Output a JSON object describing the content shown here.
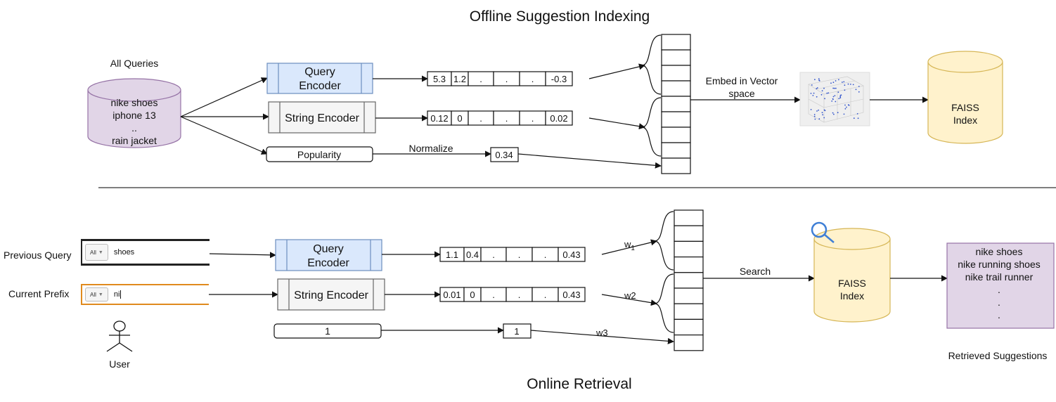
{
  "titles": {
    "offline": "Offline Suggestion Indexing",
    "online": "Online Retrieval"
  },
  "offline": {
    "db_label": "All Queries",
    "db_items": [
      "nike shoes",
      "iphone 13",
      "..",
      "rain jacket"
    ],
    "query_encoder": [
      "Query",
      "Encoder"
    ],
    "string_encoder": "String Encoder",
    "popularity": "Popularity",
    "normalize": "Normalize",
    "popularity_value": "0.34",
    "query_vector": [
      "5.3",
      "1.2",
      ".",
      ".",
      ".",
      "-0.3"
    ],
    "string_vector": [
      "0.12",
      "0",
      ".",
      ".",
      ".",
      "0.02"
    ],
    "embed_label": [
      "Embed in Vector",
      "space"
    ],
    "faiss": [
      "FAISS",
      "Index"
    ]
  },
  "online": {
    "prev_label": "Previous Query",
    "cur_label": "Current Prefix",
    "dropdown_label": "All",
    "prev_value": "shoes",
    "cur_value": "ni",
    "user_label": "User",
    "query_encoder": [
      "Query",
      "Encoder"
    ],
    "string_encoder": "String Encoder",
    "one_value": "1",
    "query_vector": [
      "1.1",
      "0.4",
      ".",
      ".",
      ".",
      "0.43"
    ],
    "string_vector": [
      "0.01",
      "0",
      ".",
      ".",
      ".",
      "0.43"
    ],
    "w1": "w",
    "w1_sub": "1",
    "w2": "w2",
    "w3": "w3",
    "search": "Search",
    "faiss": [
      "FAISS",
      "Index"
    ],
    "results": [
      "nike shoes",
      "nike running shoes",
      "nike trail runner",
      ".",
      ".",
      "."
    ],
    "results_label": "Retrieved Suggestions"
  },
  "colors": {
    "encoder_blue_fill": "#dae8fc",
    "encoder_blue_stroke": "#6c8ebf",
    "encoder_gray_fill": "#f5f5f5",
    "encoder_gray_stroke": "#666666",
    "db_purple_fill": "#e1d5e7",
    "db_purple_stroke": "#9673a6",
    "faiss_fill": "#fff2cc",
    "faiss_stroke": "#d6b656",
    "result_fill": "#e1d5e7",
    "magnifier": "#3f7fd6"
  },
  "icons": [
    "search-icon",
    "user-icon",
    "scatter-plot-icon"
  ]
}
